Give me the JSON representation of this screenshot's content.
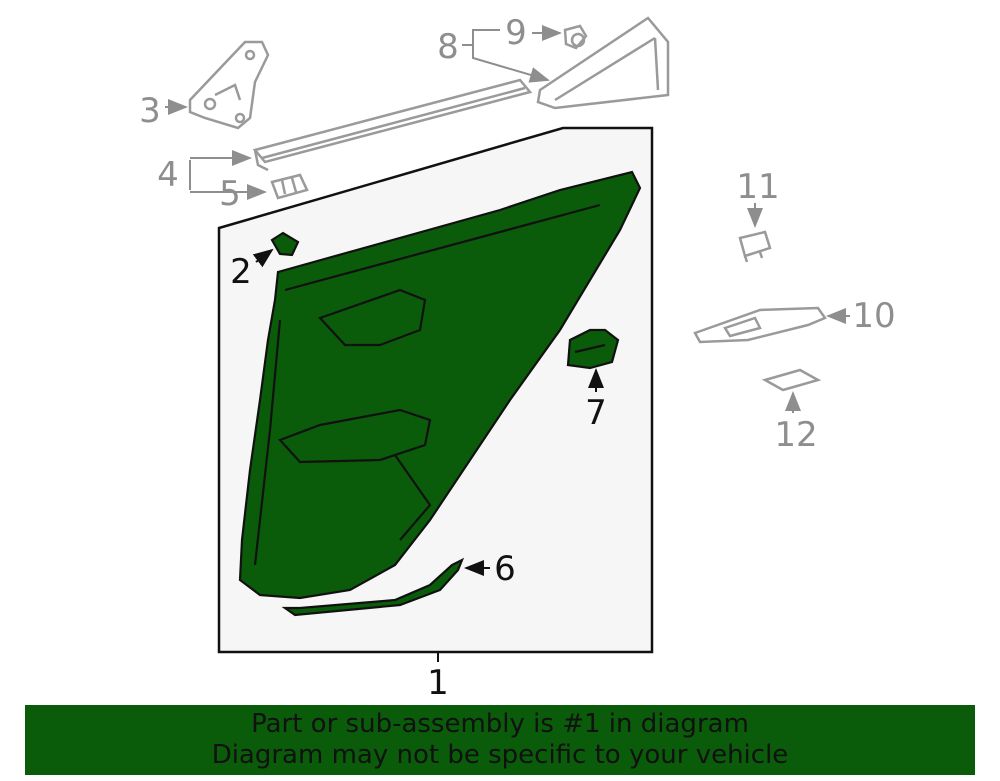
{
  "callouts": {
    "c1": "1",
    "c2": "2",
    "c3": "3",
    "c4": "4",
    "c5": "5",
    "c6": "6",
    "c7": "7",
    "c8": "8",
    "c9": "9",
    "c10": "10",
    "c11": "11",
    "c12": "12"
  },
  "banner": {
    "line1": "Part or sub-assembly is #1 in diagram",
    "line2": "Diagram may not be specific to your vehicle"
  },
  "colors": {
    "highlight": "#0a5c0a",
    "panel_bg": "#f6f6f6",
    "ghost_part": "#9a9a9a"
  }
}
